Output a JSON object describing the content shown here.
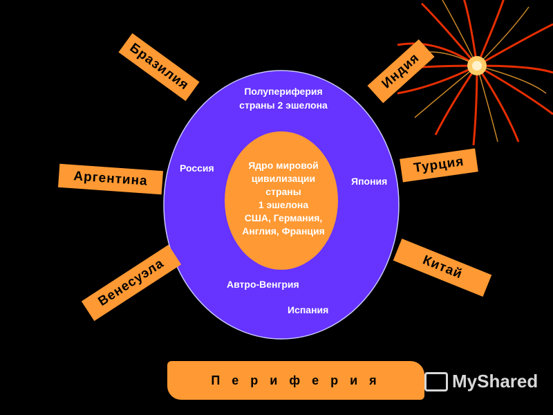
{
  "diagram": {
    "outer_ring_title": "Полупериферия\nстраны 2 эшелона",
    "core_text": "Ядро мировой\nцивилизации\nстраны\n1 эшелона\nСША, Германия,\nАнглия, Франция",
    "inner_labels": {
      "russia": "Россия",
      "japan": "Япония",
      "austria_hungary": "Автро-Венгрия",
      "spain": "Испания"
    },
    "outer_tags": {
      "brazil": "Бразилия",
      "argentina": "Аргентина",
      "venezuela": "Венесуэла",
      "india": "Индия",
      "turkey": "Турция",
      "china": "Китай"
    },
    "periphery_banner": "П е р и ф е р и я"
  },
  "watermark": {
    "text": "MyShared"
  },
  "colors": {
    "background": "#000000",
    "semi_periphery": "#6633ff",
    "core": "#ff9933",
    "tags": "#ff9933",
    "decoration": "#cc2200"
  }
}
